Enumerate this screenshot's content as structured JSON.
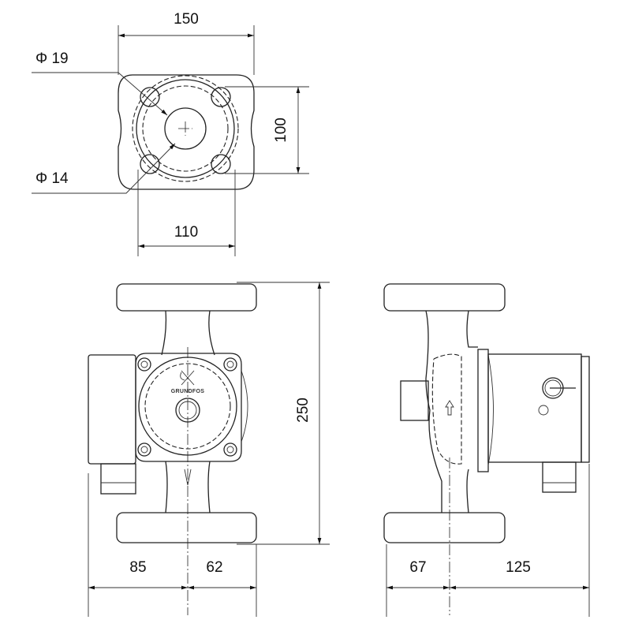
{
  "title": "Pump dimensional drawing",
  "brand": "GRUNDFOS",
  "dimensions": {
    "flange_width": "150",
    "bore_diameter": "Φ 19",
    "bolt_hole_diameter": "Φ 14",
    "bolt_spacing_vertical": "100",
    "bolt_spacing_horizontal": "110",
    "port_to_port_length": "250",
    "left_to_center": "85",
    "center_to_right": "62",
    "back_to_center": "67",
    "center_to_motor_end": "125"
  },
  "flow_direction": "up"
}
